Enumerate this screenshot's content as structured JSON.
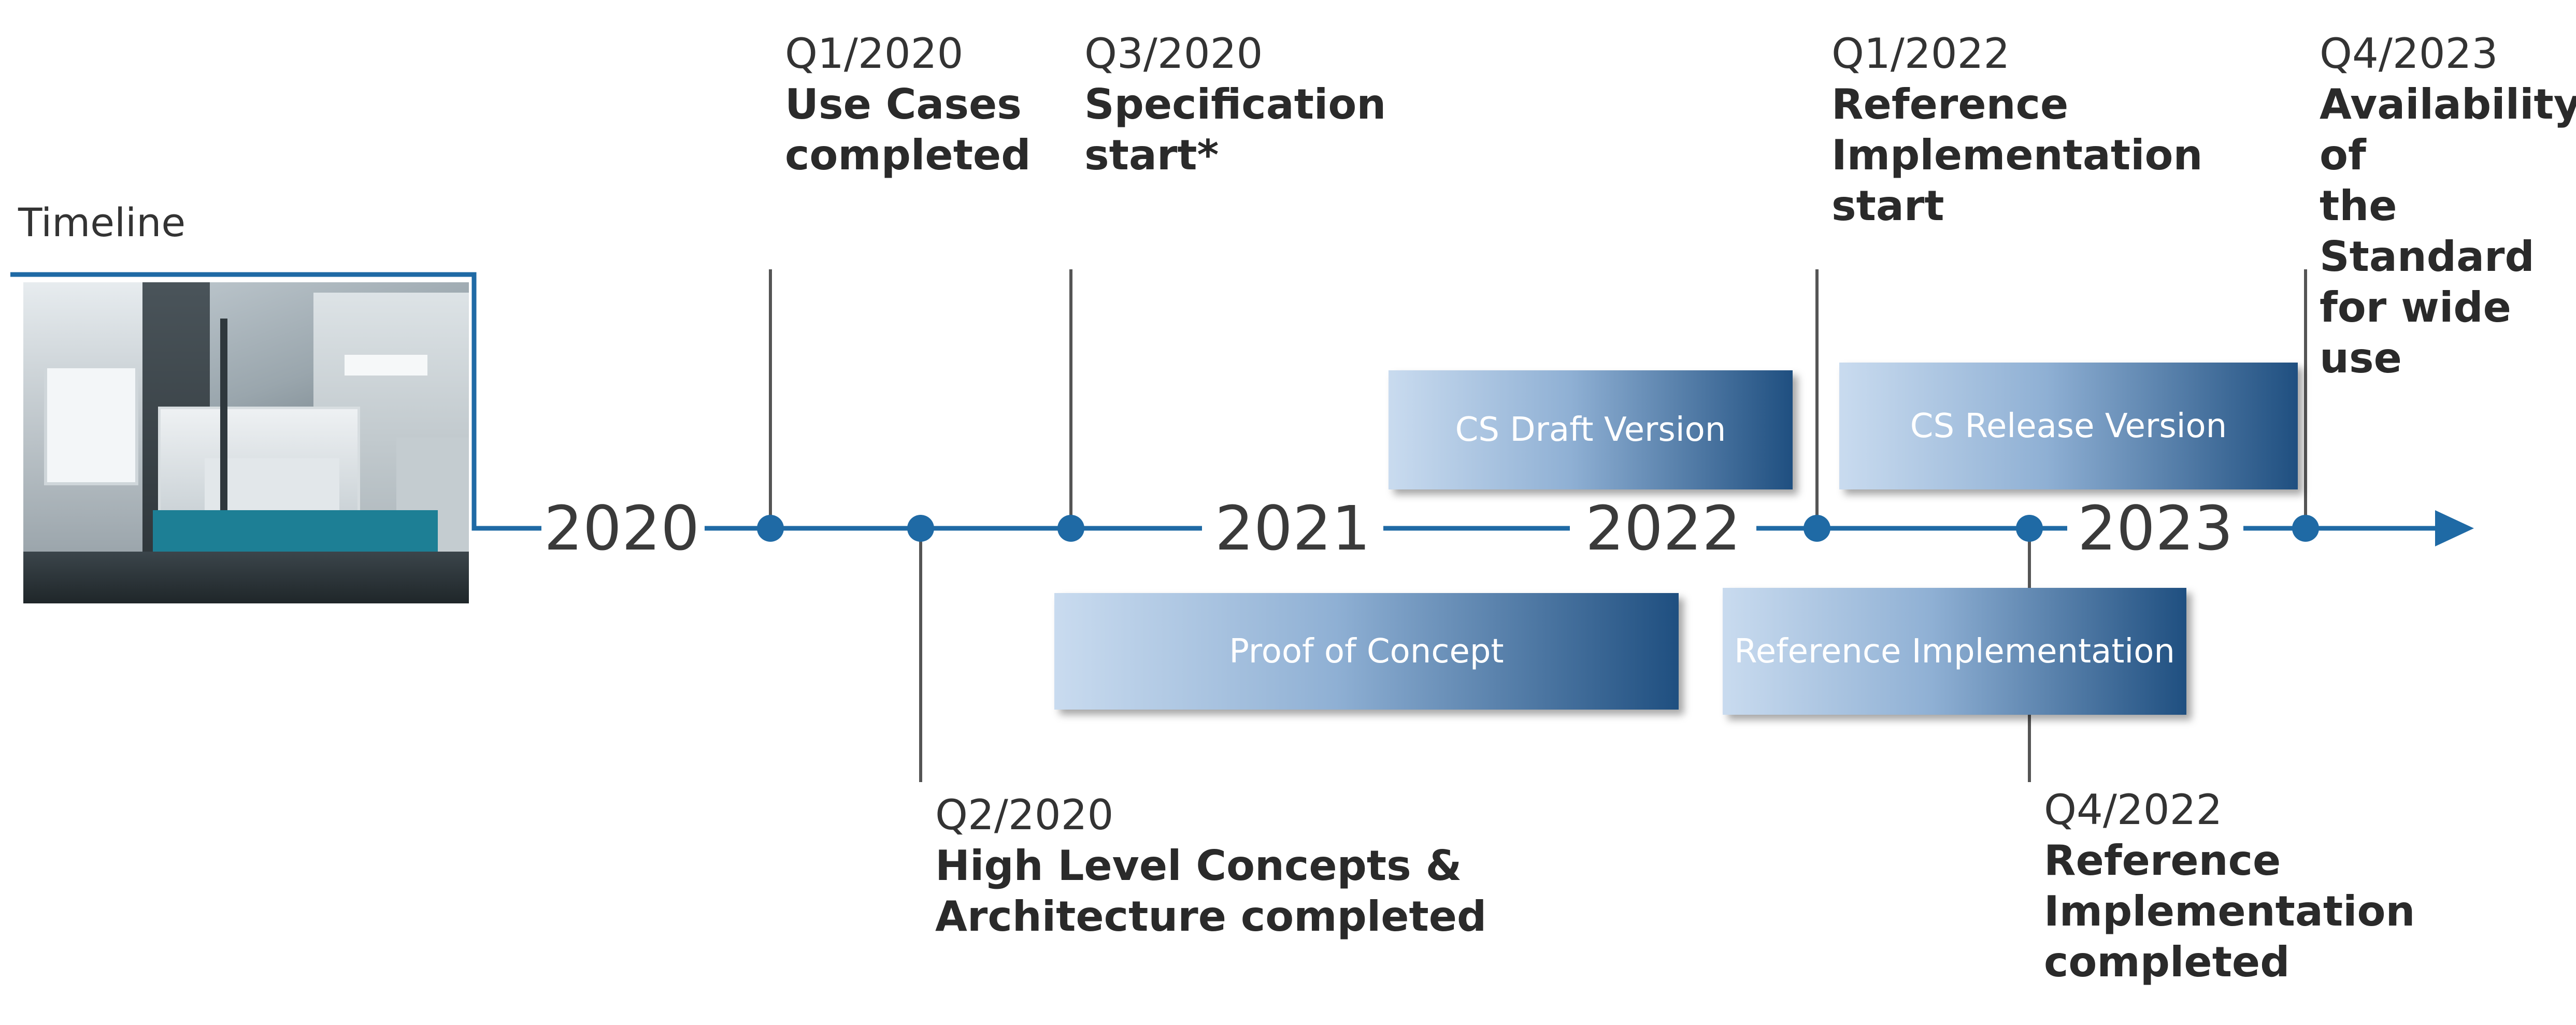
{
  "section_label": "Timeline",
  "years": [
    "2020",
    "2021",
    "2022",
    "2023"
  ],
  "milestones": {
    "q1_2020": {
      "quarter": "Q1/2020",
      "description": "Use Cases\ncompleted"
    },
    "q2_2020": {
      "quarter": "Q2/2020",
      "description": "High Level Concepts &\nArchitecture completed"
    },
    "q3_2020": {
      "quarter": "Q3/2020",
      "description": "Specification\nstart*"
    },
    "q1_2022": {
      "quarter": "Q1/2022",
      "description": "Reference\nImplementation\nstart"
    },
    "q4_2022": {
      "quarter": "Q4/2022",
      "description": "Reference\nImplementation\ncompleted"
    },
    "q4_2023": {
      "quarter": "Q4/2023",
      "description": "Availability of\nthe Standard\nfor wide use"
    }
  },
  "phases": {
    "cs_draft": "CS Draft Version",
    "cs_release": "CS Release Version",
    "proof_of_concept": "Proof of Concept",
    "reference_implementation": "Reference Implementation"
  },
  "colors": {
    "axis": "#1f6aa5",
    "bar_dark": "#1f4f80",
    "bar_light": "#c6d9ee",
    "connector": "#555555"
  },
  "image_description_icon": "photo-lab-equipment"
}
